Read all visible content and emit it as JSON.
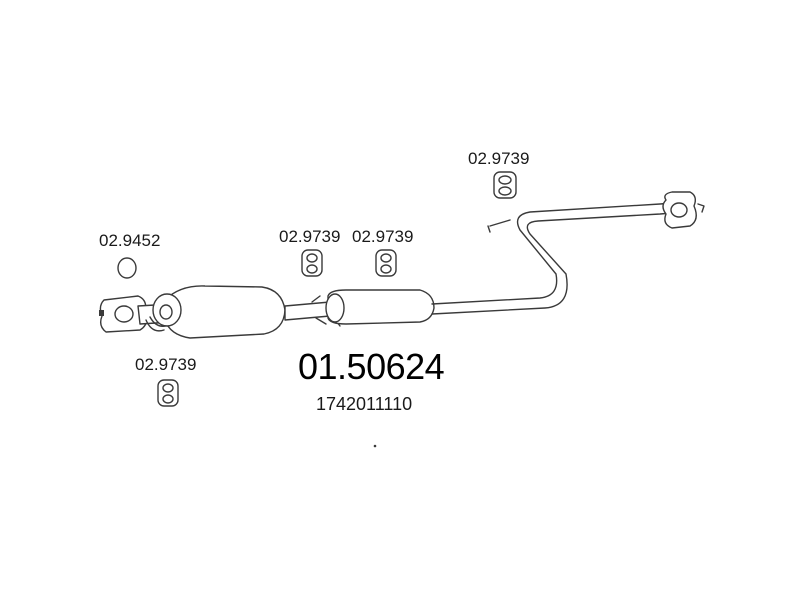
{
  "main_part_number": "01.50624",
  "oem_number": "1742011110",
  "callouts": {
    "gasket": "02.9452",
    "hanger_top_right": "02.9739",
    "hanger_mid_left": "02.9739",
    "hanger_mid_right": "02.9739",
    "hanger_bottom_left": "02.9739"
  },
  "colors": {
    "line": "#3a3a3a",
    "text": "#1a1a1a"
  }
}
